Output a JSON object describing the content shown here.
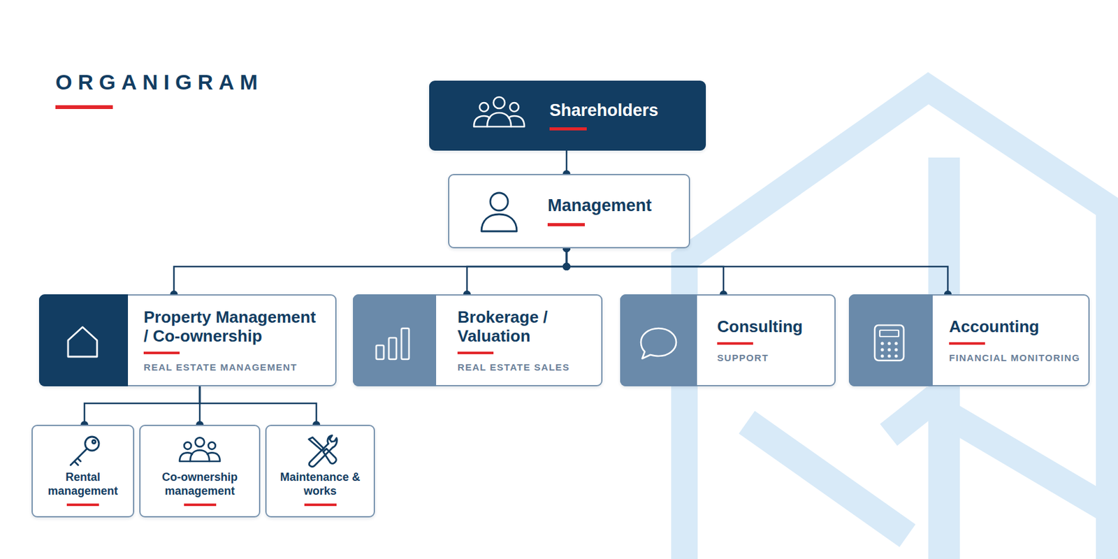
{
  "diagram": {
    "title": "ORGANIGRAM",
    "nodes": [
      {
        "text": [
          "Shareholders"
        ]
      },
      {
        "text": [
          "Management"
        ]
      },
      {
        "text": [
          "Property Management / Co-ownership",
          "REAL ESTATE MANAGEMENT"
        ]
      },
      {
        "text": [
          "Brokerage / Valuation",
          "REAL ESTATE SALES"
        ]
      },
      {
        "text": [
          "Consulting",
          "SUPPORT"
        ]
      },
      {
        "text": [
          "Accounting",
          "FINANCIAL MONITORING"
        ]
      },
      {
        "text": [
          "Rental management"
        ]
      },
      {
        "text": [
          "Co-ownership management"
        ]
      },
      {
        "text": [
          "Maintenance & works"
        ]
      }
    ],
    "edges": [
      {
        "from": 0,
        "to": 1,
        "arrow": "none"
      },
      {
        "from": 1,
        "to": 2,
        "arrow": "none"
      },
      {
        "from": 1,
        "to": 3,
        "arrow": "none"
      },
      {
        "from": 1,
        "to": 4,
        "arrow": "none"
      },
      {
        "from": 1,
        "to": 5,
        "arrow": "none"
      },
      {
        "from": 2,
        "to": 6,
        "arrow": "none"
      },
      {
        "from": 2,
        "to": 7,
        "arrow": "none"
      },
      {
        "from": 2,
        "to": 8,
        "arrow": "none"
      }
    ]
  }
}
